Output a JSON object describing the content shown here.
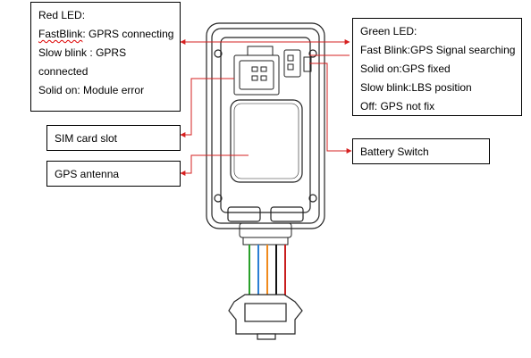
{
  "red_led": {
    "title": "Red LED:",
    "line1_term": "FastBlink",
    "line1_rest": ": GPRS connecting",
    "line2_a": "Slow",
    "line2_b": "blink",
    "line2_c": ":",
    "line2_d": "GPRS",
    "line3": "connected",
    "line4": "Solid on: Module error"
  },
  "green_led": {
    "title": "Green LED:",
    "lines": [
      "Fast Blink:GPS Signal searching",
      "Solid on:GPS fixed",
      "Slow blink:LBS position",
      "Off: GPS not fix"
    ]
  },
  "sim_card_slot": {
    "label": "SIM card slot"
  },
  "gps_antenna": {
    "label": "GPS antenna"
  },
  "battery_switch": {
    "label": "Battery Switch"
  },
  "colors": {
    "arrow": "#d62020",
    "wire_green": "#2aa02a",
    "wire_blue": "#2a7fd4",
    "wire_orange": "#f08a1c",
    "wire_black": "#111111",
    "wire_red": "#c81e1e"
  }
}
